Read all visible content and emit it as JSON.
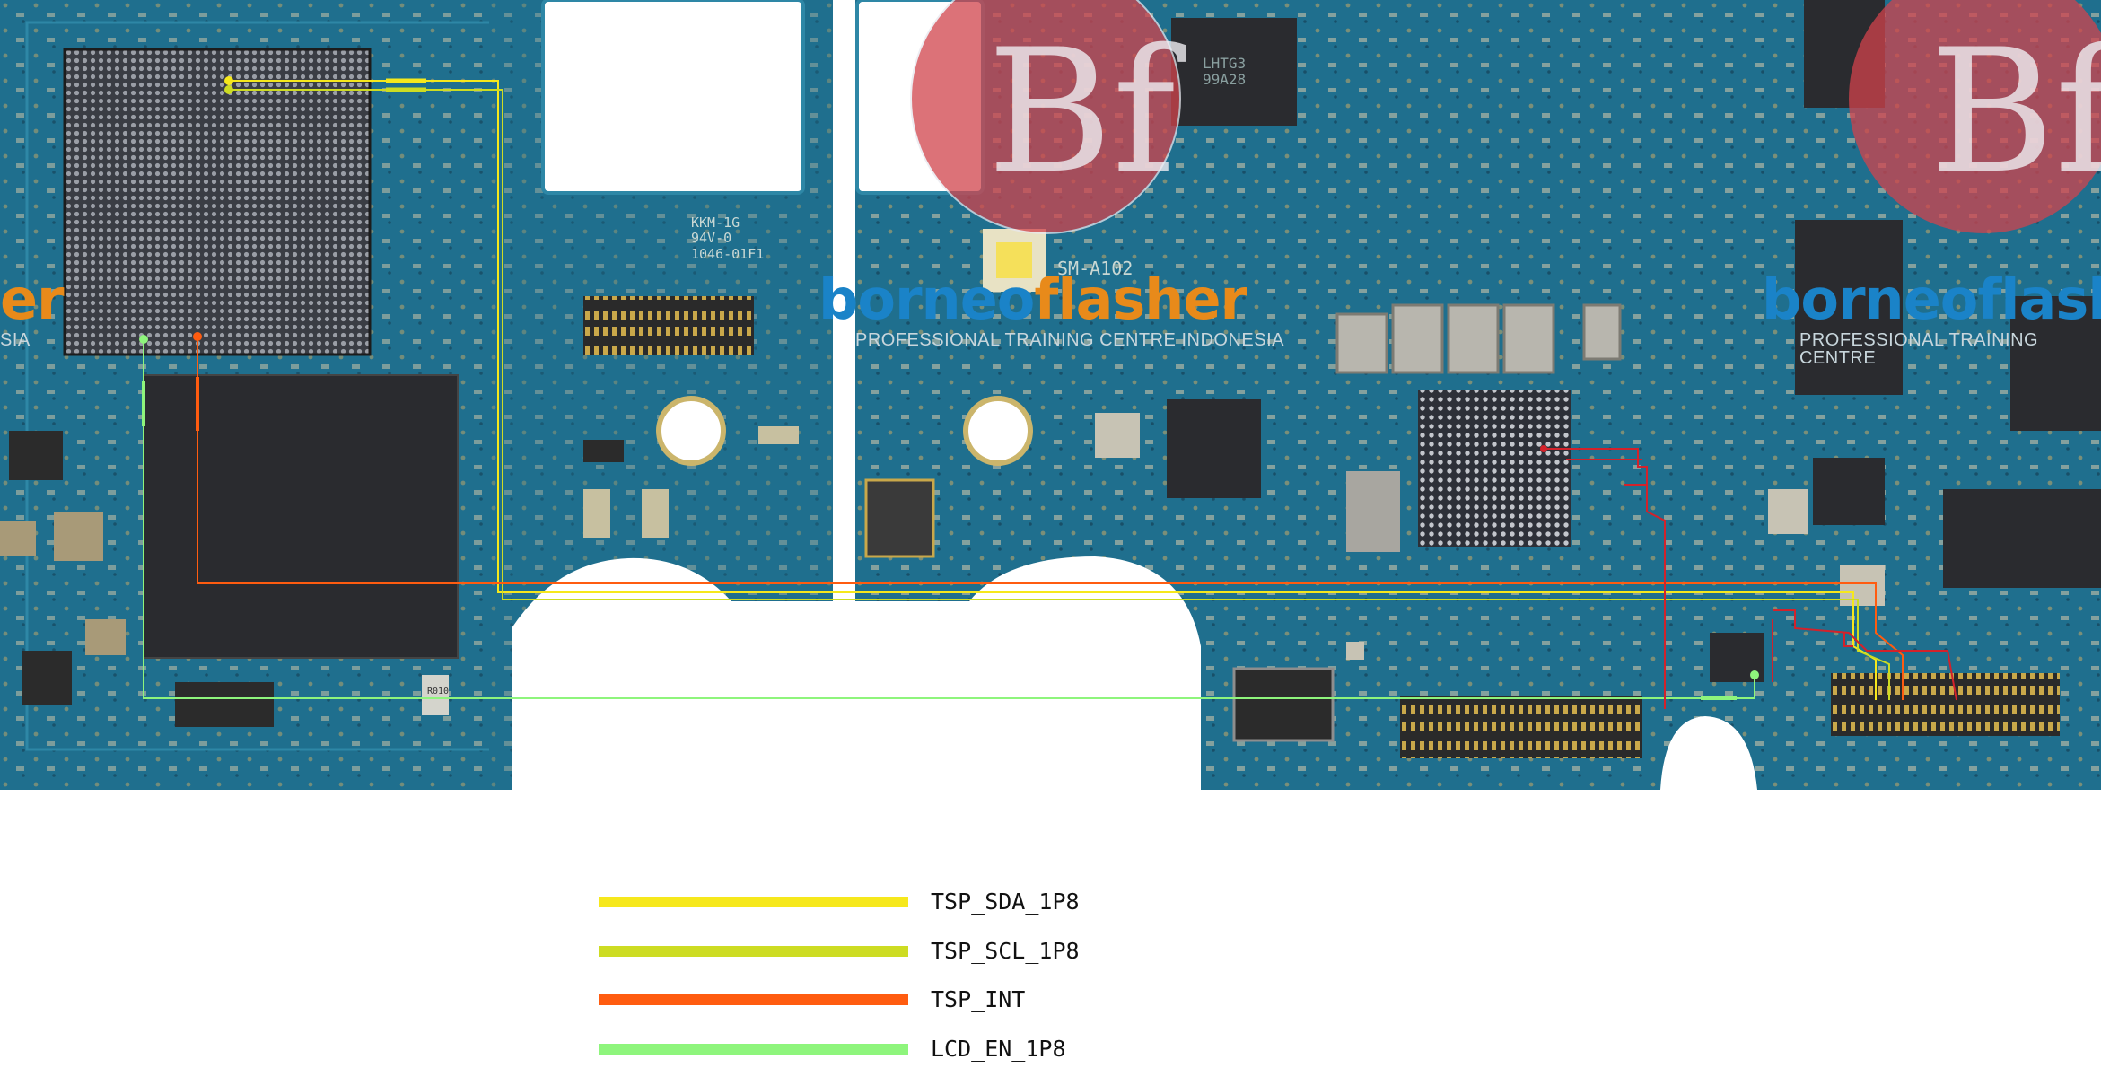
{
  "watermark": {
    "brand": "borneoflasher",
    "brand_prefix": "borneo",
    "brand_suffix": "flasher",
    "tagline": "PROFESSIONAL TRAINING CENTRE INDONESIA",
    "left_fragment": "er",
    "left_fragment_sub": "SIA",
    "right_fragment": "borneoflash",
    "right_tagline": "PROFESSIONAL TRAINING CENTRE",
    "logo_letters": "Bf"
  },
  "silkscreen": {
    "ul_mark": "KKM-1G\n94V-0\n1046-01F1",
    "model": "SM-A102",
    "small_code": "R010",
    "chip_code": "LHTG3\n99A28"
  },
  "colors": {
    "board": "#1f6f8e",
    "tsp_sda": "#f6e81c",
    "tsp_scl": "#cddc22",
    "tsp_int": "#ff5c10",
    "lcd_en": "#8ef57c",
    "red_trace": "#d3222b",
    "watermark_blue": "#1a83c8",
    "watermark_orange": "#e88a1a"
  },
  "legend": [
    {
      "label": "TSP_SDA_1P8",
      "color": "#f6e81c"
    },
    {
      "label": "TSP_SCL_1P8",
      "color": "#cddc22"
    },
    {
      "label": "TSP_INT",
      "color": "#ff5c10"
    },
    {
      "label": "LCD_EN_1P8",
      "color": "#8ef57c"
    }
  ]
}
